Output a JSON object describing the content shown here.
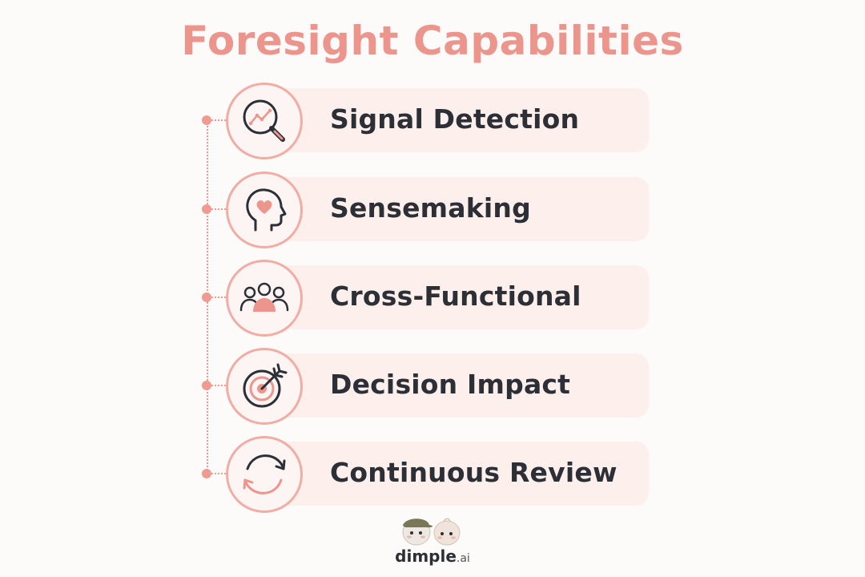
{
  "title": "Foresight Capabilities",
  "items": [
    {
      "label": "Signal Detection",
      "icon": "magnifier-trend-icon"
    },
    {
      "label": "Sensemaking",
      "icon": "head-heart-icon"
    },
    {
      "label": "Cross-Functional",
      "icon": "team-icon"
    },
    {
      "label": "Decision Impact",
      "icon": "target-arrow-icon"
    },
    {
      "label": "Continuous Review",
      "icon": "cycle-arrows-icon"
    }
  ],
  "brand": {
    "name": "dimple",
    "suffix": ".ai"
  },
  "colors": {
    "accent": "#ec958c",
    "pill": "#fcefec",
    "text": "#2c2f36"
  }
}
